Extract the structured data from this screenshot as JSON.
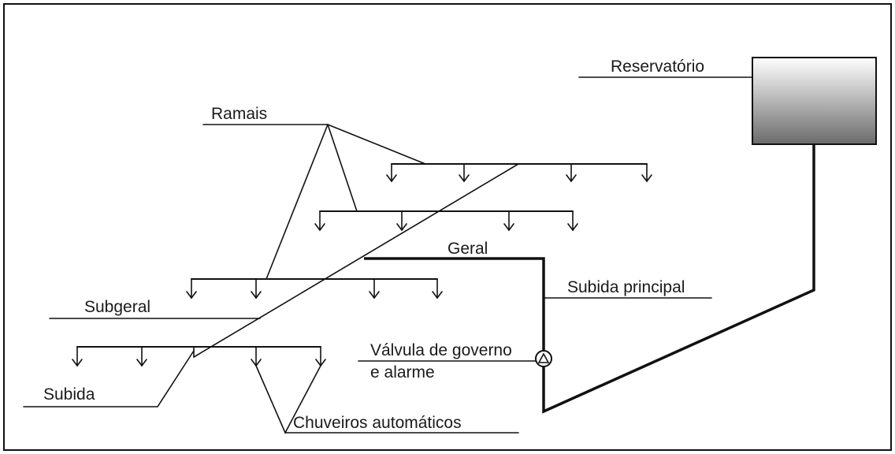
{
  "labels": {
    "reservatorio": "Reservatório",
    "ramais": "Ramais",
    "geral": "Geral",
    "subida_principal": "Subida principal",
    "subgeral": "Subgeral",
    "valvula_line1": "Válvula de governo",
    "valvula_line2": "e alarme",
    "subida": "Subida",
    "chuveiros": "Chuveiros automáticos"
  },
  "colors": {
    "line": "#111111",
    "tank_top": "#ffffff",
    "tank_bottom": "#6b6b6b",
    "border": "#111111"
  }
}
